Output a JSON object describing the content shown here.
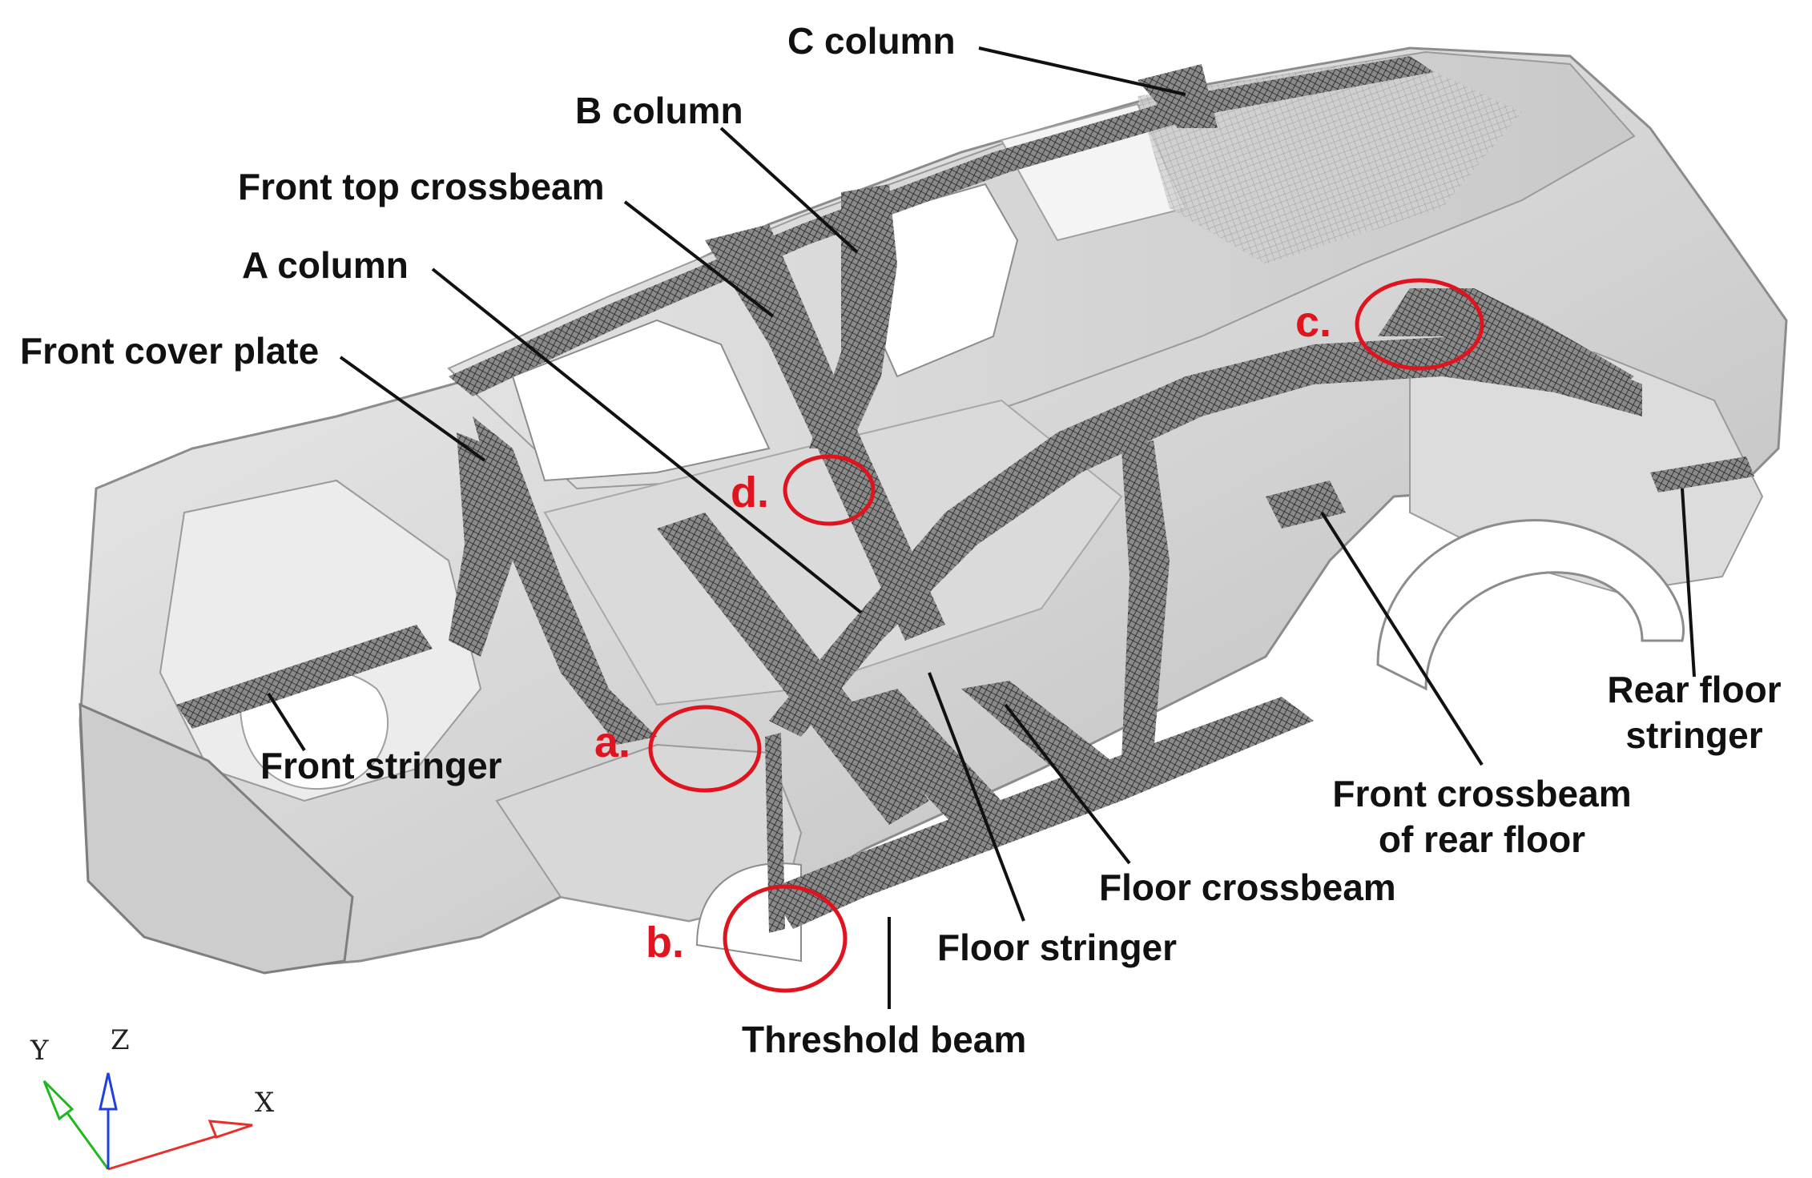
{
  "labels": {
    "c_column": "C  column",
    "b_column": "B  column",
    "front_top_crossbeam": "Front top crossbeam",
    "a_column": "A  column",
    "front_cover_plate": "Front cover plate",
    "front_stringer": "Front stringer",
    "rear_floor_stringer_line1": "Rear floor",
    "rear_floor_stringer_line2": "stringer",
    "front_crossbeam_rear_floor_line1": "Front crossbeam",
    "front_crossbeam_rear_floor_line2": "of rear floor",
    "floor_crossbeam": "Floor crossbeam",
    "floor_stringer": "Floor stringer",
    "threshold_beam": "Threshold beam"
  },
  "markers": {
    "a": "a.",
    "b": "b.",
    "c": "c.",
    "d": "d."
  },
  "axes": {
    "x": "X",
    "y": "Y",
    "z": "Z"
  },
  "colors": {
    "marker": "#e0141e",
    "x_axis": "#e8302a",
    "y_axis": "#1fb81f",
    "z_axis": "#1f3fe0",
    "body_fill": "#d6d6d6",
    "mesh": "#3a3a3a",
    "leader": "#111111"
  }
}
